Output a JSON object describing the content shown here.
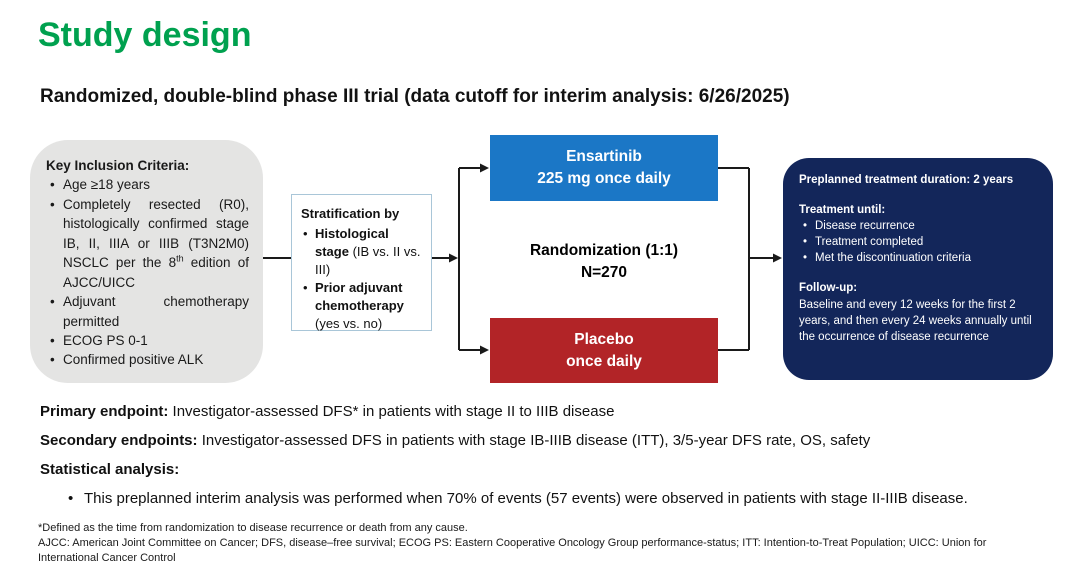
{
  "title": "Study design",
  "subtitle": "Randomized, double-blind phase III trial (data cutoff for interim analysis: 6/26/2025)",
  "bullet_char": "•",
  "colors": {
    "title_green": "#00A14F",
    "inclusion_gray": "#E4E4E3",
    "ensartinib_blue": "#1B77C6",
    "placebo_red": "#B22427",
    "treatment_navy": "#13265A"
  },
  "inclusion_box": {
    "header": "Key Inclusion Criteria:",
    "bullets": {
      "0": "Age ≥18 years",
      "1": {
        "pre": "Completely resected (R0), histologically confirmed stage IB, II, IIIA or IIIB (T3N2M0) NSCLC per the 8",
        "sup": "th",
        "post": " edition of AJCC/UICC"
      },
      "2": "Adjuvant chemotherapy permitted",
      "3": "ECOG PS 0-1",
      "4": "Confirmed positive ALK"
    }
  },
  "strat_box": {
    "header": "Stratification by",
    "bullets": {
      "0": {
        "bold": "Histological stage",
        "normal": " (IB vs. II vs. III)"
      },
      "1": {
        "bold": "Prior adjuvant chemotherapy",
        "normal": " (yes vs. no)"
      }
    }
  },
  "arms": {
    "ensartinib": {
      "line1": "Ensartinib",
      "line2": "225 mg once daily"
    },
    "randomization": {
      "line1": "Randomization (1:1)",
      "line2": "N=270"
    },
    "placebo": {
      "line1": "Placebo",
      "line2": "once daily"
    }
  },
  "treatment_box": {
    "duration": "Preplanned treatment duration: 2 years",
    "until_header": "Treatment until:",
    "until_bullets": {
      "0": "Disease recurrence",
      "1": "Treatment completed",
      "2": "Met the discontinuation criteria"
    },
    "followup_header": "Follow-up:",
    "followup_text": "Baseline and every 12 weeks for the first 2 years, and then every 24 weeks annually until the occurrence of disease recurrence"
  },
  "endpoints": {
    "primary": {
      "label": "Primary endpoint:",
      "text": " Investigator-assessed DFS* in patients with stage II to IIIB disease"
    },
    "secondary": {
      "label": "Secondary endpoints:",
      "text": " Investigator-assessed DFS in patients with stage IB-IIIB disease (ITT), 3/5-year DFS rate, OS, safety"
    },
    "statistical": {
      "label": "Statistical analysis:",
      "text": ""
    }
  },
  "analysis_bullet": "This preplanned interim analysis was performed when 70% of events (57 events) were observed in patients with stage II-IIIB disease.",
  "footnotes": {
    "0": "*Defined as the time from randomization to disease recurrence or death from any cause.",
    "1": "AJCC: American Joint Committee on Cancer; DFS, disease–free survival; ECOG PS: Eastern Cooperative Oncology Group performance-status; ITT: Intention-to-Treat Population; UICC: Union for International Cancer Control"
  }
}
